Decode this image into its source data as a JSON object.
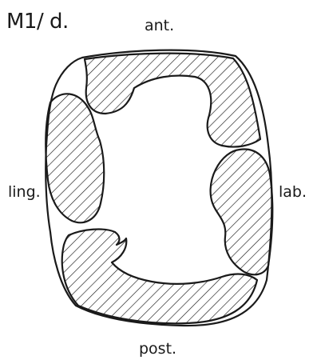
{
  "figure": {
    "title": "M1/ d.",
    "labels": {
      "anterior": "ant.",
      "lingual": "ling.",
      "labial": "lab.",
      "posterior": "post."
    },
    "colors": {
      "ink": "#1a1a1a",
      "background": "#ffffff"
    }
  }
}
